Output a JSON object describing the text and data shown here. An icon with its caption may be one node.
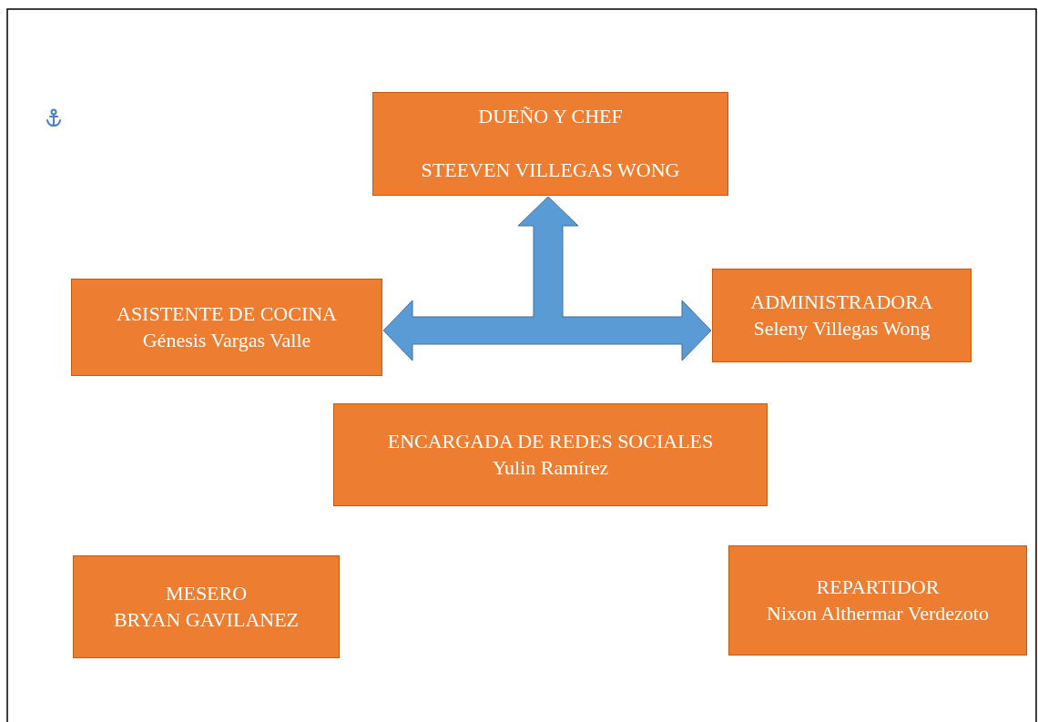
{
  "diagram": {
    "nodes": [
      {
        "text": [
          "DUEÑO Y CHEF",
          "STEEVEN VILLEGAS WONG"
        ]
      },
      {
        "text": [
          "ASISTENTE DE COCINA",
          "Génesis Vargas Valle"
        ]
      },
      {
        "text": [
          "ADMINISTRADORA",
          "Seleny Villegas Wong"
        ]
      },
      {
        "text": [
          "ENCARGADA DE REDES SOCIALES",
          "Yulin Ramírez"
        ]
      },
      {
        "text": [
          "MESERO",
          "BRYAN GAVILANEZ"
        ]
      },
      {
        "text": [
          "REPARTIDOR",
          "Nixon Althermar Verdezoto"
        ]
      }
    ],
    "edges": [
      {
        "from": 1,
        "to": 2,
        "arrow": "both"
      },
      {
        "from": null,
        "to": 0,
        "arrow": "to"
      }
    ]
  }
}
